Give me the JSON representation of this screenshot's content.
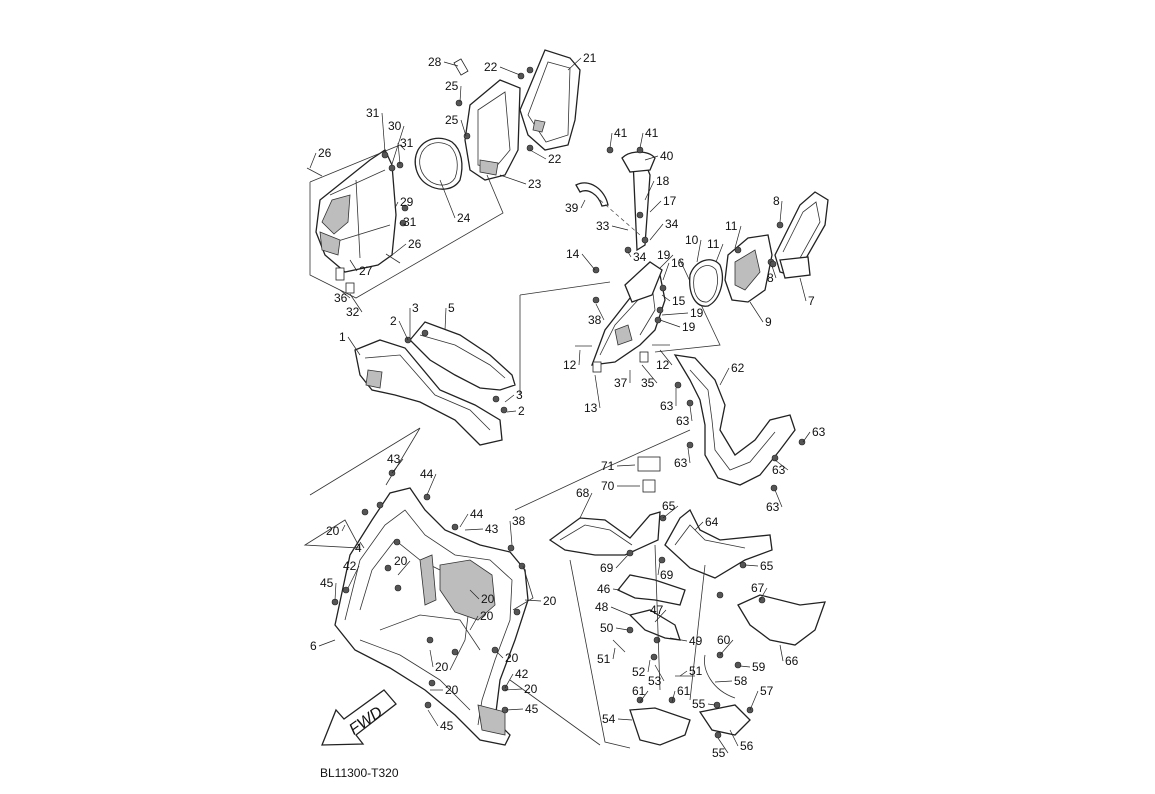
{
  "diagram": {
    "code": "BL11300-T320",
    "fwd_label": "FWD",
    "callouts": [
      "1",
      "2",
      "3",
      "4",
      "5",
      "6",
      "7",
      "8",
      "9",
      "10",
      "11",
      "12",
      "13",
      "14",
      "15",
      "16",
      "17",
      "18",
      "19",
      "20",
      "21",
      "22",
      "23",
      "24",
      "25",
      "26",
      "27",
      "28",
      "29",
      "30",
      "31",
      "32",
      "33",
      "34",
      "35",
      "36",
      "37",
      "38",
      "39",
      "40",
      "41",
      "42",
      "43",
      "44",
      "45",
      "46",
      "47",
      "48",
      "49",
      "50",
      "51",
      "52",
      "53",
      "54",
      "55",
      "56",
      "57",
      "58",
      "59",
      "60",
      "61",
      "62",
      "63",
      "64",
      "65",
      "66",
      "67",
      "68",
      "69",
      "70",
      "71"
    ]
  }
}
